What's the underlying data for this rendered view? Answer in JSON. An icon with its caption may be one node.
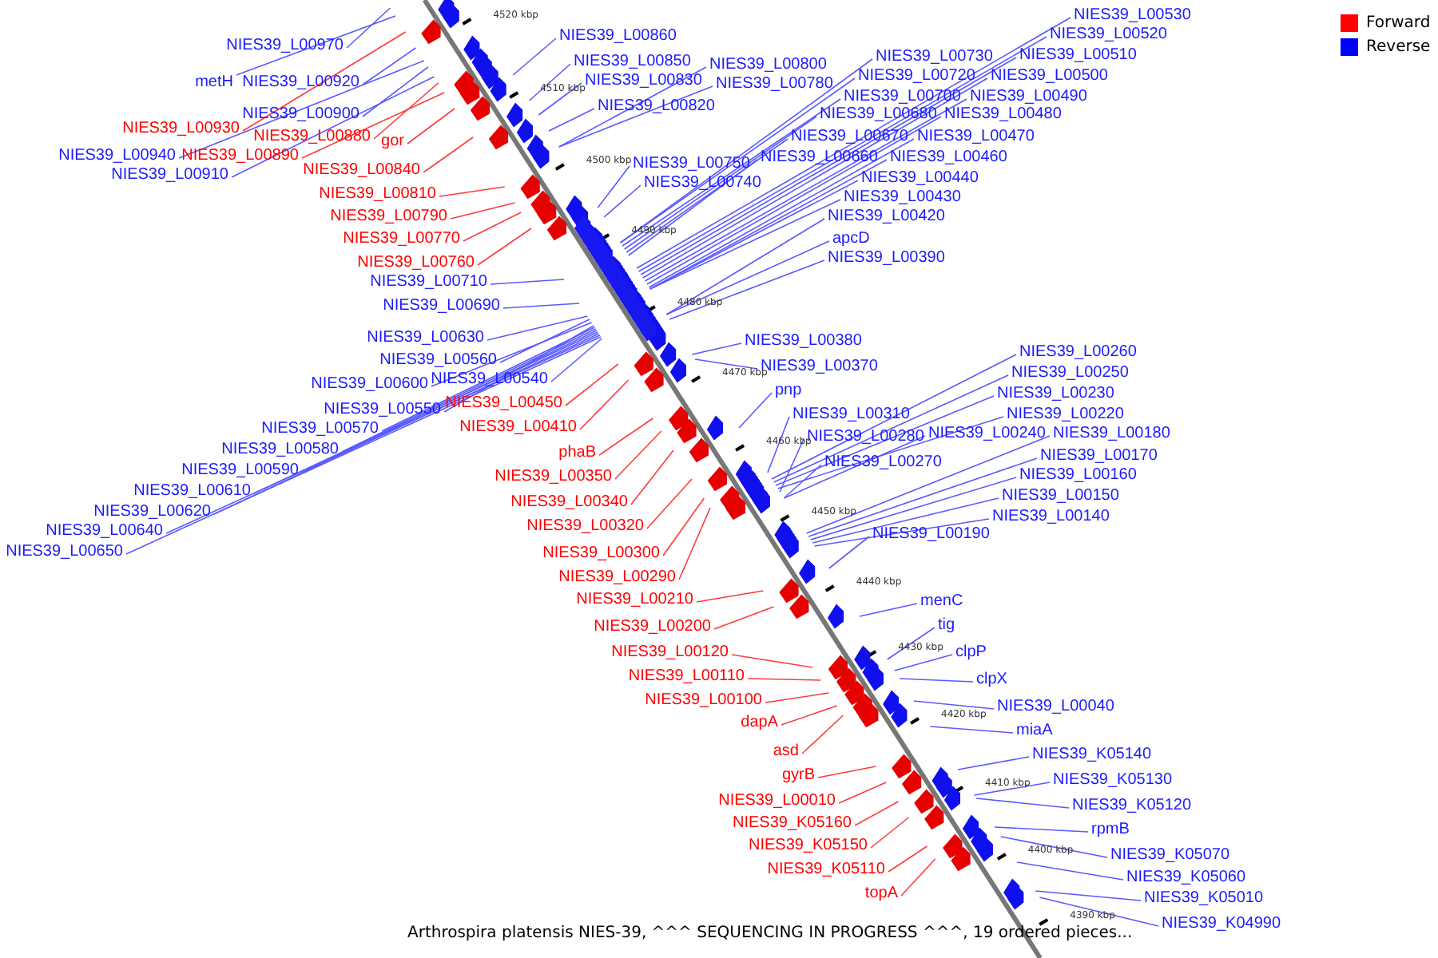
{
  "diagram": {
    "caption": "Arthrospira platensis NIES-39, ^^^ SEQUENCING IN PROGRESS ^^^, 19 ordered pieces...",
    "nodes": [
      {
        "text": [
          "NIES39_L00970"
        ]
      },
      {
        "text": [
          "metH"
        ]
      },
      {
        "text": [
          "NIES39_L00920"
        ]
      },
      {
        "text": [
          "NIES39_L00900"
        ]
      },
      {
        "text": [
          "NIES39_L00930"
        ]
      },
      {
        "text": [
          "NIES39_L00880"
        ]
      },
      {
        "text": [
          "gor"
        ]
      },
      {
        "text": [
          "NIES39_L00940"
        ]
      },
      {
        "text": [
          "NIES39_L00890"
        ]
      },
      {
        "text": [
          "NIES39_L00840"
        ]
      },
      {
        "text": [
          "NIES39_L00910"
        ]
      },
      {
        "text": [
          "NIES39_L00810"
        ]
      },
      {
        "text": [
          "NIES39_L00790"
        ]
      },
      {
        "text": [
          "NIES39_L00770"
        ]
      },
      {
        "text": [
          "NIES39_L00760"
        ]
      },
      {
        "text": [
          "NIES39_L00710"
        ]
      },
      {
        "text": [
          "NIES39_L00690"
        ]
      },
      {
        "text": [
          "NIES39_L00630"
        ]
      },
      {
        "text": [
          "NIES39_L00560"
        ]
      },
      {
        "text": [
          "NIES39_L00540"
        ]
      },
      {
        "text": [
          "NIES39_L00600"
        ]
      },
      {
        "text": [
          "NIES39_L00450"
        ]
      },
      {
        "text": [
          "NIES39_L00550"
        ]
      },
      {
        "text": [
          "NIES39_L00410"
        ]
      },
      {
        "text": [
          "NIES39_L00570"
        ]
      },
      {
        "text": [
          "phaB"
        ]
      },
      {
        "text": [
          "NIES39_L00580"
        ]
      },
      {
        "text": [
          "NIES39_L00590"
        ]
      },
      {
        "text": [
          "NIES39_L00350"
        ]
      },
      {
        "text": [
          "NIES39_L00610"
        ]
      },
      {
        "text": [
          "NIES39_L00340"
        ]
      },
      {
        "text": [
          "NIES39_L00620"
        ]
      },
      {
        "text": [
          "NIES39_L00320"
        ]
      },
      {
        "text": [
          "NIES39_L00640"
        ]
      },
      {
        "text": [
          "NIES39_L00650"
        ]
      },
      {
        "text": [
          "NIES39_L00300"
        ]
      },
      {
        "text": [
          "NIES39_L00290"
        ]
      },
      {
        "text": [
          "NIES39_L00210"
        ]
      },
      {
        "text": [
          "NIES39_L00200"
        ]
      },
      {
        "text": [
          "NIES39_L00120"
        ]
      },
      {
        "text": [
          "NIES39_L00110"
        ]
      },
      {
        "text": [
          "NIES39_L00100"
        ]
      },
      {
        "text": [
          "dapA"
        ]
      },
      {
        "text": [
          "asd"
        ]
      },
      {
        "text": [
          "gyrB"
        ]
      },
      {
        "text": [
          "NIES39_L00010"
        ]
      },
      {
        "text": [
          "NIES39_K05160"
        ]
      },
      {
        "text": [
          "NIES39_K05150"
        ]
      },
      {
        "text": [
          "NIES39_K05110"
        ]
      },
      {
        "text": [
          "topA"
        ]
      },
      {
        "text": [
          "NIES39_L00530"
        ]
      },
      {
        "text": [
          "NIES39_L00520"
        ]
      },
      {
        "text": [
          "NIES39_L00860"
        ]
      },
      {
        "text": [
          "NIES39_L00510"
        ]
      },
      {
        "text": [
          "NIES39_L00730"
        ]
      },
      {
        "text": [
          "NIES39_L00850"
        ]
      },
      {
        "text": [
          "NIES39_L00800"
        ]
      },
      {
        "text": [
          "NIES39_L00500"
        ]
      },
      {
        "text": [
          "NIES39_L00720"
        ]
      },
      {
        "text": [
          "NIES39_L00830"
        ]
      },
      {
        "text": [
          "NIES39_L00780"
        ]
      },
      {
        "text": [
          "NIES39_L00700"
        ]
      },
      {
        "text": [
          "NIES39_L00490"
        ]
      },
      {
        "text": [
          "NIES39_L00820"
        ]
      },
      {
        "text": [
          "NIES39_L00680"
        ]
      },
      {
        "text": [
          "NIES39_L00480"
        ]
      },
      {
        "text": [
          "NIES39_L00670"
        ]
      },
      {
        "text": [
          "NIES39_L00470"
        ]
      },
      {
        "text": [
          "NIES39_L00660"
        ]
      },
      {
        "text": [
          "NIES39_L00460"
        ]
      },
      {
        "text": [
          "NIES39_L00750"
        ]
      },
      {
        "text": [
          "NIES39_L00440"
        ]
      },
      {
        "text": [
          "NIES39_L00740"
        ]
      },
      {
        "text": [
          "NIES39_L00430"
        ]
      },
      {
        "text": [
          "NIES39_L00420"
        ]
      },
      {
        "text": [
          "apcD"
        ]
      },
      {
        "text": [
          "NIES39_L00390"
        ]
      },
      {
        "text": [
          "NIES39_L00380"
        ]
      },
      {
        "text": [
          "NIES39_L00260"
        ]
      },
      {
        "text": [
          "NIES39_L00370"
        ]
      },
      {
        "text": [
          "NIES39_L00250"
        ]
      },
      {
        "text": [
          "pnp"
        ]
      },
      {
        "text": [
          "NIES39_L00230"
        ]
      },
      {
        "text": [
          "NIES39_L00310"
        ]
      },
      {
        "text": [
          "NIES39_L00220"
        ]
      },
      {
        "text": [
          "NIES39_L00240"
        ]
      },
      {
        "text": [
          "NIES39_L00180"
        ]
      },
      {
        "text": [
          "NIES39_L00280"
        ]
      },
      {
        "text": [
          "NIES39_L00170"
        ]
      },
      {
        "text": [
          "NIES39_L00270"
        ]
      },
      {
        "text": [
          "NIES39_L00160"
        ]
      },
      {
        "text": [
          "NIES39_L00150"
        ]
      },
      {
        "text": [
          "NIES39_L00140"
        ]
      },
      {
        "text": [
          "NIES39_L00190"
        ]
      },
      {
        "text": [
          "menC"
        ]
      },
      {
        "text": [
          "tig"
        ]
      },
      {
        "text": [
          "clpP"
        ]
      },
      {
        "text": [
          "clpX"
        ]
      },
      {
        "text": [
          "NIES39_L00040"
        ]
      },
      {
        "text": [
          "miaA"
        ]
      },
      {
        "text": [
          "NIES39_K05140"
        ]
      },
      {
        "text": [
          "NIES39_K05130"
        ]
      },
      {
        "text": [
          "NIES39_K05120"
        ]
      },
      {
        "text": [
          "rpmB"
        ]
      },
      {
        "text": [
          "NIES39_K05070"
        ]
      },
      {
        "text": [
          "NIES39_K05060"
        ]
      },
      {
        "text": [
          "NIES39_K05010"
        ]
      },
      {
        "text": [
          "NIES39_K04990"
        ]
      }
    ],
    "edges": [
      {
        "from": 0,
        "to": null,
        "arrow": "none"
      },
      {
        "from": 1,
        "to": null,
        "arrow": "none"
      },
      {
        "from": 2,
        "to": null,
        "arrow": "none"
      },
      {
        "from": 3,
        "to": null,
        "arrow": "none"
      },
      {
        "from": 4,
        "to": null,
        "arrow": "none",
        "color": "#ff3a3a"
      },
      {
        "from": 5,
        "to": null,
        "arrow": "none",
        "color": "#ff3a3a"
      },
      {
        "from": 6,
        "to": null,
        "arrow": "none",
        "color": "#ff3a3a"
      },
      {
        "from": 7,
        "to": null,
        "arrow": "none"
      },
      {
        "from": 8,
        "to": null,
        "arrow": "none",
        "color": "#ff3a3a"
      },
      {
        "from": 9,
        "to": null,
        "arrow": "none",
        "color": "#ff3a3a"
      },
      {
        "from": 10,
        "to": null,
        "arrow": "none"
      },
      {
        "from": 11,
        "to": null,
        "arrow": "none",
        "color": "#ff3a3a"
      },
      {
        "from": 12,
        "to": null,
        "arrow": "none",
        "color": "#ff3a3a"
      },
      {
        "from": 13,
        "to": null,
        "arrow": "none",
        "color": "#ff3a3a"
      },
      {
        "from": 14,
        "to": null,
        "arrow": "none",
        "color": "#ff3a3a"
      },
      {
        "from": 15,
        "to": null,
        "arrow": "none"
      },
      {
        "from": 16,
        "to": null,
        "arrow": "none"
      },
      {
        "from": 17,
        "to": null,
        "arrow": "none"
      },
      {
        "from": 18,
        "to": null,
        "arrow": "none"
      },
      {
        "from": 19,
        "to": null,
        "arrow": "none"
      },
      {
        "from": 20,
        "to": null,
        "arrow": "none"
      },
      {
        "from": 21,
        "to": null,
        "arrow": "none",
        "color": "#ff3a3a"
      },
      {
        "from": 22,
        "to": null,
        "arrow": "none"
      },
      {
        "from": 23,
        "to": null,
        "arrow": "none",
        "color": "#ff3a3a"
      },
      {
        "from": 24,
        "to": null,
        "arrow": "none"
      },
      {
        "from": 25,
        "to": null,
        "arrow": "none",
        "color": "#ff3a3a"
      },
      {
        "from": 26,
        "to": null,
        "arrow": "none"
      },
      {
        "from": 27,
        "to": null,
        "arrow": "none"
      },
      {
        "from": 28,
        "to": null,
        "arrow": "none",
        "color": "#ff3a3a"
      },
      {
        "from": 29,
        "to": null,
        "arrow": "none"
      },
      {
        "from": 30,
        "to": null,
        "arrow": "none",
        "color": "#ff3a3a"
      },
      {
        "from": 31,
        "to": null,
        "arrow": "none"
      },
      {
        "from": 32,
        "to": null,
        "arrow": "none",
        "color": "#ff3a3a"
      },
      {
        "from": 33,
        "to": null,
        "arrow": "none"
      },
      {
        "from": 34,
        "to": null,
        "arrow": "none"
      },
      {
        "from": 35,
        "to": null,
        "arrow": "none",
        "color": "#ff3a3a"
      },
      {
        "from": 36,
        "to": null,
        "arrow": "none",
        "color": "#ff3a3a"
      },
      {
        "from": 37,
        "to": null,
        "arrow": "none",
        "color": "#ff3a3a"
      },
      {
        "from": 38,
        "to": null,
        "arrow": "none",
        "color": "#ff3a3a"
      },
      {
        "from": 39,
        "to": null,
        "arrow": "none",
        "color": "#ff3a3a"
      },
      {
        "from": 40,
        "to": null,
        "arrow": "none",
        "color": "#ff3a3a"
      },
      {
        "from": 41,
        "to": null,
        "arrow": "none",
        "color": "#ff3a3a"
      },
      {
        "from": 42,
        "to": null,
        "arrow": "none",
        "color": "#ff3a3a"
      },
      {
        "from": 43,
        "to": null,
        "arrow": "none",
        "color": "#ff3a3a"
      },
      {
        "from": 44,
        "to": null,
        "arrow": "none",
        "color": "#ff3a3a"
      },
      {
        "from": 45,
        "to": null,
        "arrow": "none",
        "color": "#ff3a3a"
      },
      {
        "from": 46,
        "to": null,
        "arrow": "none",
        "color": "#ff3a3a"
      },
      {
        "from": 47,
        "to": null,
        "arrow": "none",
        "color": "#ff3a3a"
      },
      {
        "from": 48,
        "to": null,
        "arrow": "none",
        "color": "#ff3a3a"
      },
      {
        "from": 49,
        "to": null,
        "arrow": "none",
        "color": "#ff3a3a"
      },
      {
        "from": 50,
        "to": null,
        "arrow": "none"
      },
      {
        "from": 51,
        "to": null,
        "arrow": "none"
      },
      {
        "from": 52,
        "to": null,
        "arrow": "none"
      },
      {
        "from": 53,
        "to": null,
        "arrow": "none"
      },
      {
        "from": 54,
        "to": null,
        "arrow": "none"
      },
      {
        "from": 55,
        "to": null,
        "arrow": "none"
      },
      {
        "from": 56,
        "to": null,
        "arrow": "none"
      },
      {
        "from": 57,
        "to": null,
        "arrow": "none"
      },
      {
        "from": 58,
        "to": null,
        "arrow": "none"
      },
      {
        "from": 59,
        "to": null,
        "arrow": "none"
      },
      {
        "from": 60,
        "to": null,
        "arrow": "none"
      },
      {
        "from": 61,
        "to": null,
        "arrow": "none"
      },
      {
        "from": 62,
        "to": null,
        "arrow": "none"
      },
      {
        "from": 63,
        "to": null,
        "arrow": "none"
      },
      {
        "from": 64,
        "to": null,
        "arrow": "none"
      },
      {
        "from": 65,
        "to": null,
        "arrow": "none"
      },
      {
        "from": 66,
        "to": null,
        "arrow": "none"
      },
      {
        "from": 67,
        "to": null,
        "arrow": "none"
      },
      {
        "from": 68,
        "to": null,
        "arrow": "none"
      },
      {
        "from": 69,
        "to": null,
        "arrow": "none"
      },
      {
        "from": 70,
        "to": null,
        "arrow": "none"
      },
      {
        "from": 71,
        "to": null,
        "arrow": "none"
      },
      {
        "from": 72,
        "to": null,
        "arrow": "none"
      },
      {
        "from": 73,
        "to": null,
        "arrow": "none"
      },
      {
        "from": 74,
        "to": null,
        "arrow": "none"
      },
      {
        "from": 75,
        "to": null,
        "arrow": "none"
      },
      {
        "from": 76,
        "to": null,
        "arrow": "none"
      },
      {
        "from": 77,
        "to": null,
        "arrow": "none"
      },
      {
        "from": 78,
        "to": null,
        "arrow": "none"
      },
      {
        "from": 79,
        "to": null,
        "arrow": "none"
      },
      {
        "from": 80,
        "to": null,
        "arrow": "none"
      },
      {
        "from": 81,
        "to": null,
        "arrow": "none"
      },
      {
        "from": 82,
        "to": null,
        "arrow": "none"
      },
      {
        "from": 83,
        "to": null,
        "arrow": "none"
      },
      {
        "from": 84,
        "to": null,
        "arrow": "none"
      },
      {
        "from": 85,
        "to": null,
        "arrow": "none"
      },
      {
        "from": 86,
        "to": null,
        "arrow": "none"
      },
      {
        "from": 87,
        "to": null,
        "arrow": "none"
      },
      {
        "from": 88,
        "to": null,
        "arrow": "none"
      },
      {
        "from": 89,
        "to": null,
        "arrow": "none"
      },
      {
        "from": 90,
        "to": null,
        "arrow": "none"
      },
      {
        "from": 91,
        "to": null,
        "arrow": "none"
      },
      {
        "from": 92,
        "to": null,
        "arrow": "none"
      },
      {
        "from": 93,
        "to": null,
        "arrow": "none"
      },
      {
        "from": 94,
        "to": null,
        "arrow": "none"
      },
      {
        "from": 95,
        "to": null,
        "arrow": "none"
      },
      {
        "from": 96,
        "to": null,
        "arrow": "none"
      },
      {
        "from": 97,
        "to": null,
        "arrow": "none"
      },
      {
        "from": 98,
        "to": null,
        "arrow": "none"
      },
      {
        "from": 99,
        "to": null,
        "arrow": "none"
      },
      {
        "from": 100,
        "to": null,
        "arrow": "none"
      },
      {
        "from": 101,
        "to": null,
        "arrow": "none"
      },
      {
        "from": 102,
        "to": null,
        "arrow": "none"
      },
      {
        "from": 103,
        "to": null,
        "arrow": "none"
      },
      {
        "from": 104,
        "to": null,
        "arrow": "none"
      },
      {
        "from": 105,
        "to": null,
        "arrow": "none"
      },
      {
        "from": 106,
        "to": null,
        "arrow": "none"
      },
      {
        "from": 107,
        "to": null,
        "arrow": "none"
      }
    ],
    "labels": [
      "4520 kbp",
      "4510 kbp",
      "4500 kbp",
      "4490 kbp",
      "4480 kbp",
      "4470 kbp",
      "4460 kbp",
      "4450 kbp",
      "4440 kbp",
      "4430 kbp",
      "4420 kbp",
      "4410 kbp",
      "4400 kbp",
      "4390 kbp"
    ],
    "legend": [
      {
        "text": "Forward",
        "color": "#ff0000"
      },
      {
        "text": "Reverse",
        "color": "#0000ff"
      }
    ]
  }
}
